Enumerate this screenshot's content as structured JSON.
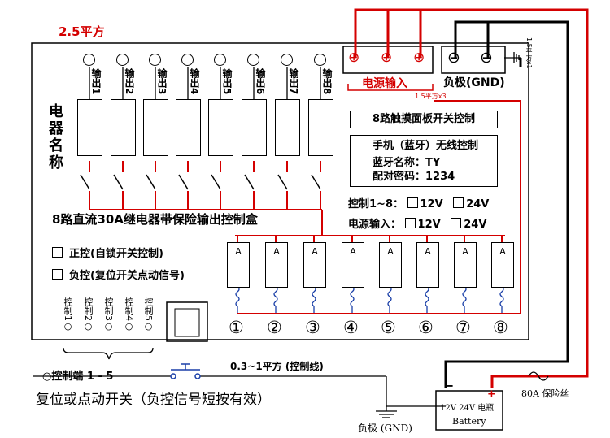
{
  "wire_size_label": "2.5平方",
  "device_name_label": "电器名称",
  "outputs": [
    "输出1",
    "输出2",
    "输出3",
    "输出4",
    "输出5",
    "输出6",
    "输出7",
    "输出8"
  ],
  "power_input": {
    "label": "电源输入",
    "wire": "1.5平方x3"
  },
  "gnd": {
    "label": "负极(GND)",
    "wire": "1.5平方x1"
  },
  "touch_panel_label": "8路触摸面板开关控制",
  "bluetooth": {
    "label": "手机（蓝牙）无线控制",
    "name_line": "蓝牙名称：TY",
    "code_line": "配对密码：1234"
  },
  "control_voltage": {
    "label": "控制1~8：",
    "opt1": "12V",
    "opt2": "24V"
  },
  "power_voltage": {
    "label": "电源输入：",
    "opt1": "12V",
    "opt2": "24V"
  },
  "product_title": "8路直流30A继电器带保险输出控制盒",
  "mode_positive": "正控(自锁开关控制)",
  "mode_negative": "负控(复位开关点动信号)",
  "controls": [
    "控制1",
    "控制2",
    "控制3",
    "控制4",
    "控制5"
  ],
  "fuse_symbol": "A",
  "channel_numbers": [
    "①",
    "②",
    "③",
    "④",
    "⑤",
    "⑥",
    "⑦",
    "⑧"
  ],
  "control_terminal_label": "控制端 1 - 5",
  "control_wire_label": "0.3~1平方 (控制线)",
  "switch_caption": "复位或点动开关（负控信号短按有效）",
  "gnd_bottom_label": "负极 (GND)",
  "battery": {
    "minus": "−",
    "plus": "+",
    "line1": "12V 24V 电瓶",
    "line2": "Battery"
  },
  "fuse_label": "80A 保险丝",
  "colors": {
    "red_wire": "#d40000",
    "black_wire": "#000000"
  }
}
